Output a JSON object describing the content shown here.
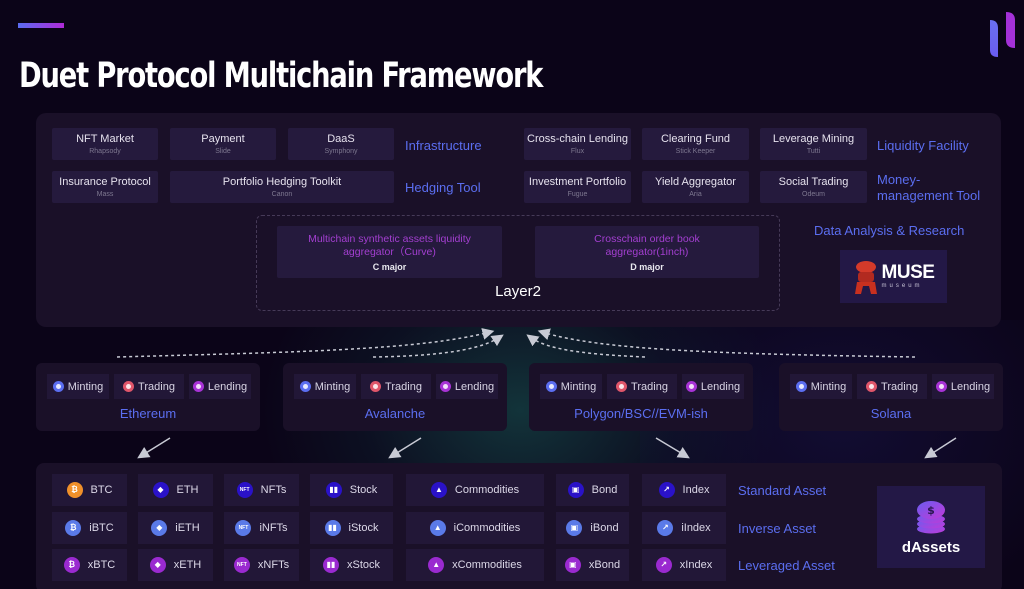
{
  "header": {
    "title": "Duet Protocol Multichain Framework",
    "logo_icon": "duet-logo-icon"
  },
  "top_panel": {
    "infrastructure": {
      "label": "Infrastructure",
      "items": [
        {
          "name": "NFT Market",
          "codename": "Rhapsody"
        },
        {
          "name": "Payment",
          "codename": "Slide"
        },
        {
          "name": "DaaS",
          "codename": "Symphony"
        }
      ]
    },
    "hedging": {
      "label": "Hedging Tool",
      "items": [
        {
          "name": "Insurance Protocol",
          "codename": "Mass"
        },
        {
          "name": "Portfolio Hedging Toolkit",
          "codename": "Canon"
        }
      ]
    },
    "liquidity": {
      "label": "Liquidity Facility",
      "items": [
        {
          "name": "Cross-chain Lending",
          "codename": "Flux"
        },
        {
          "name": "Clearing Fund",
          "codename": "Stick Keeper"
        },
        {
          "name": "Leverage Mining",
          "codename": "Tutti"
        }
      ]
    },
    "money_management": {
      "label_line1": "Money-",
      "label_line2": "management Tool",
      "items": [
        {
          "name": "Investment Portfolio",
          "codename": "Fugue"
        },
        {
          "name": "Yield Aggregator",
          "codename": "Aria"
        },
        {
          "name": "Social Trading",
          "codename": "Odeum"
        }
      ]
    },
    "layer2": {
      "label": "Layer2",
      "items": [
        {
          "name": "Multichain synthetic assets liquidity aggregator（Curve)",
          "codename": "C major"
        },
        {
          "name": "Crosschain order book aggregator(1inch)",
          "codename": "D major"
        }
      ]
    },
    "data_analysis": {
      "label": "Data Analysis & Research",
      "partner": {
        "name": "MUSE",
        "subtitle": "museum"
      }
    }
  },
  "chains": [
    {
      "name": "Ethereum",
      "features": [
        "Minting",
        "Trading",
        "Lending"
      ]
    },
    {
      "name": "Avalanche",
      "features": [
        "Minting",
        "Trading",
        "Lending"
      ]
    },
    {
      "name": "Polygon/BSC//EVM-ish",
      "features": [
        "Minting",
        "Trading",
        "Lending"
      ]
    },
    {
      "name": "Solana",
      "features": [
        "Minting",
        "Trading",
        "Lending"
      ]
    }
  ],
  "feature_colors": {
    "Minting": "#5b6ef0",
    "Trading": "#e0566a",
    "Lending": "#a833d6"
  },
  "assets": {
    "row_labels": [
      "Standard Asset",
      "Inverse Asset",
      "Leveraged Asset"
    ],
    "columns": [
      {
        "icon": "bitcoin-icon",
        "glyph": "₿",
        "items": [
          "BTC",
          "iBTC",
          "xBTC"
        ]
      },
      {
        "icon": "ethereum-icon",
        "glyph": "◆",
        "items": [
          "ETH",
          "iETH",
          "xETH"
        ]
      },
      {
        "icon": "nft-icon",
        "glyph": "NFT",
        "items": [
          "NFTs",
          "iNFTs",
          "xNFTs"
        ]
      },
      {
        "icon": "stock-icon",
        "glyph": "▮▮",
        "items": [
          "Stock",
          "iStock",
          "xStock"
        ]
      },
      {
        "icon": "commodities-icon",
        "glyph": "▲",
        "items": [
          "Commodities",
          "iCommodities",
          "xCommodities"
        ]
      },
      {
        "icon": "bond-icon",
        "glyph": "▣",
        "items": [
          "Bond",
          "iBond",
          "xBond"
        ]
      },
      {
        "icon": "index-icon",
        "glyph": "↗",
        "items": [
          "Index",
          "iIndex",
          "xIndex"
        ]
      }
    ],
    "row_colors": [
      "#2a12c8",
      "#5a7ae8",
      "#9a2ad0"
    ],
    "btc_standard_color": "#f0902a",
    "dassets_label": "dAssets"
  },
  "colors": {
    "background": "#0b0418",
    "panel": "#1a1028",
    "card": "#251a3d",
    "accent_blue": "#5b6ef0",
    "accent_purple": "#a33fd0"
  }
}
